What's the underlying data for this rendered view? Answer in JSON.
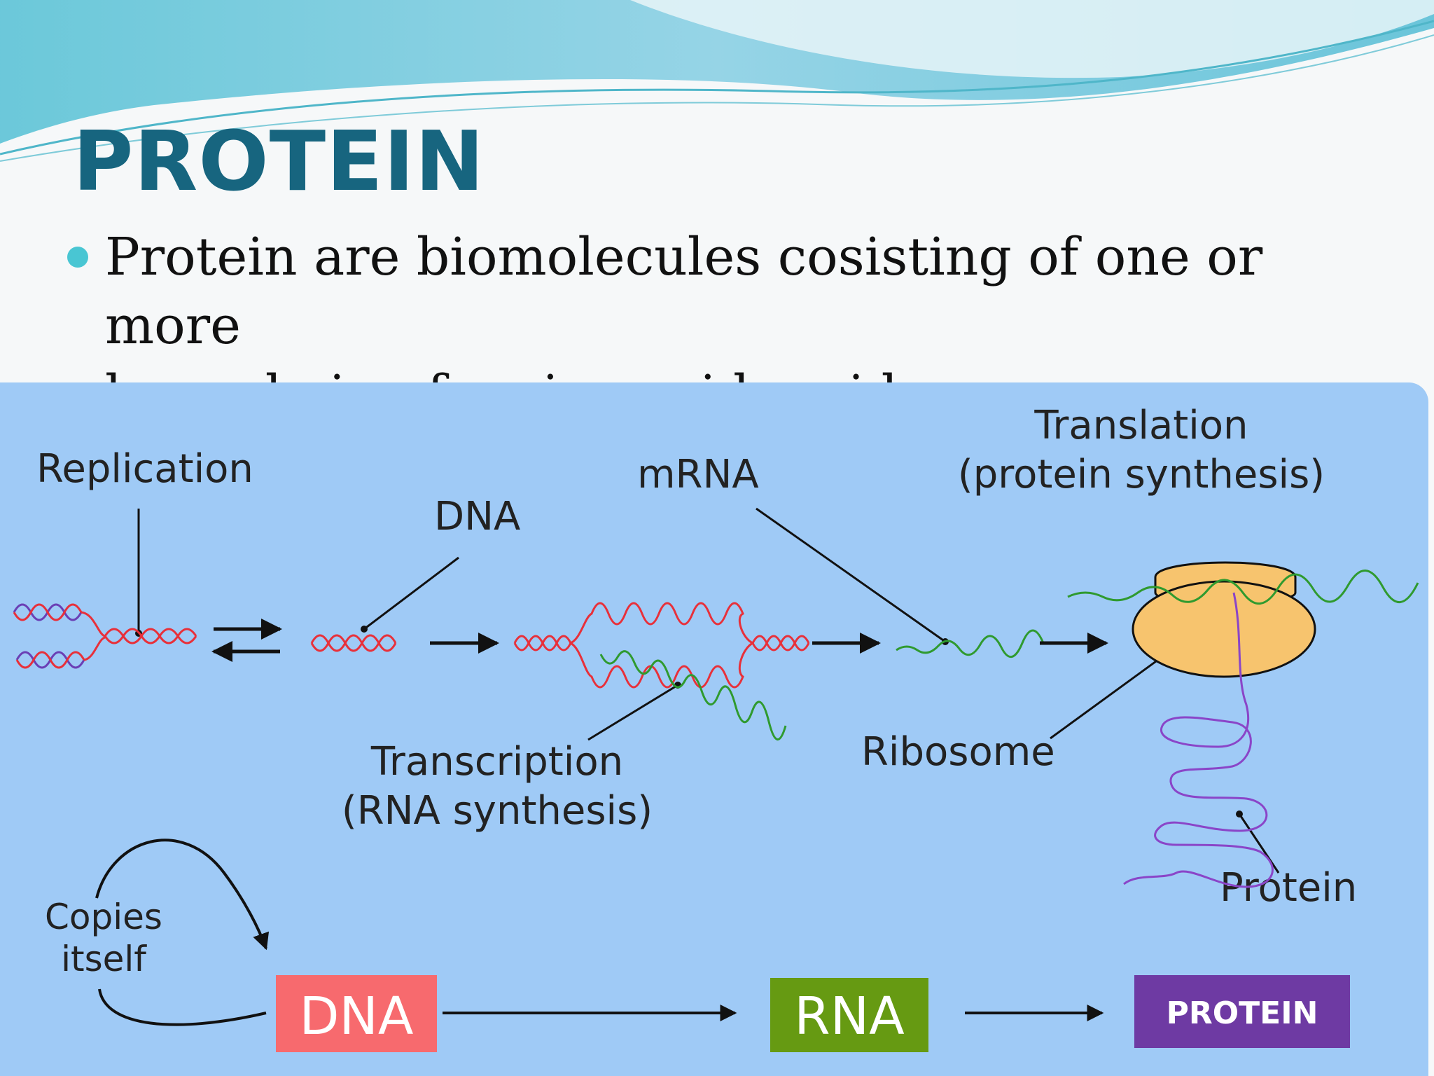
{
  "slide": {
    "title": "PROTEIN",
    "bullet": {
      "line1": "Protein are biomolecules cosisting of one or more",
      "line2": "long chain of amino acid residue."
    }
  },
  "diagram": {
    "labels": {
      "replication": "Replication",
      "dna": "DNA",
      "mrna": "mRNA",
      "translation_line1": "Translation",
      "translation_line2": "(protein synthesis)",
      "transcription_line1": "Transcription",
      "transcription_line2": "(RNA synthesis)",
      "ribosome": "Ribosome",
      "protein": "Protein",
      "copies_line1": "Copies",
      "copies_line2": "itself"
    },
    "flow": {
      "dna_box": "DNA",
      "rna_box": "RNA",
      "protein_box": "PROTEIN"
    },
    "colors": {
      "panel": "#9fcaf6",
      "dna_strand": "#e8303a",
      "dna_strand_2": "#6a3fb5",
      "mrna_strand": "#2f9a2f",
      "protein_chain": "#8a45c8",
      "ribosome": "#f7c46e",
      "dna_box": "#f76a6e",
      "rna_box": "#669a12",
      "protein_box": "#6e3aa3"
    }
  }
}
